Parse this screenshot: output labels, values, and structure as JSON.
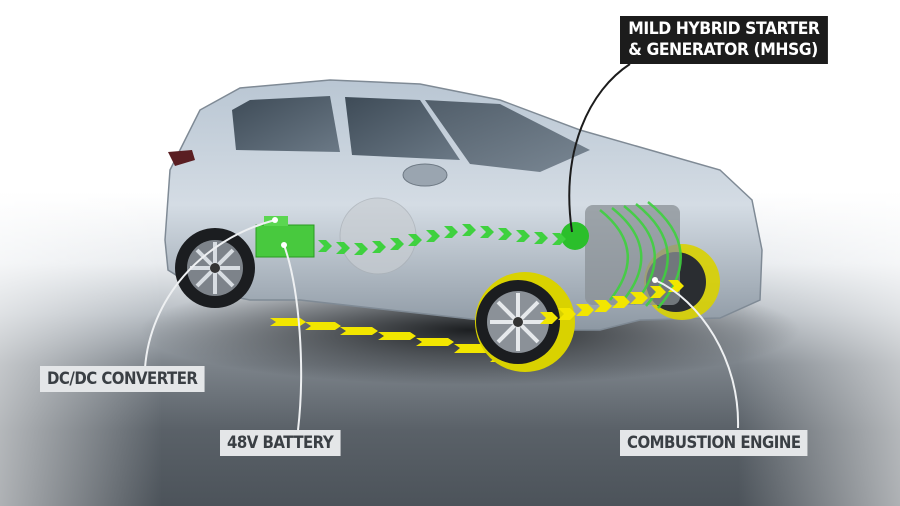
{
  "diagram": {
    "subject": "Mild hybrid SUV powertrain cutaway",
    "colors": {
      "energy_flow": "#3fd13f",
      "mechanical_flow": "#f2e600",
      "label_bg": "#e4e6e8",
      "label_text": "#3a3f44",
      "callout_bg": "#1c1c1c",
      "callout_text": "#ffffff"
    },
    "callouts": [
      {
        "id": "mhsg",
        "line1": "MILD HYBRID STARTER",
        "line2": "& GENERATOR (MHSG)",
        "style": "dark"
      },
      {
        "id": "dcdc",
        "text": "DC/DC CONVERTER",
        "style": "light"
      },
      {
        "id": "battery",
        "text": "48V BATTERY",
        "style": "light"
      },
      {
        "id": "engine",
        "text": "COMBUSTION ENGINE",
        "style": "light"
      }
    ]
  }
}
